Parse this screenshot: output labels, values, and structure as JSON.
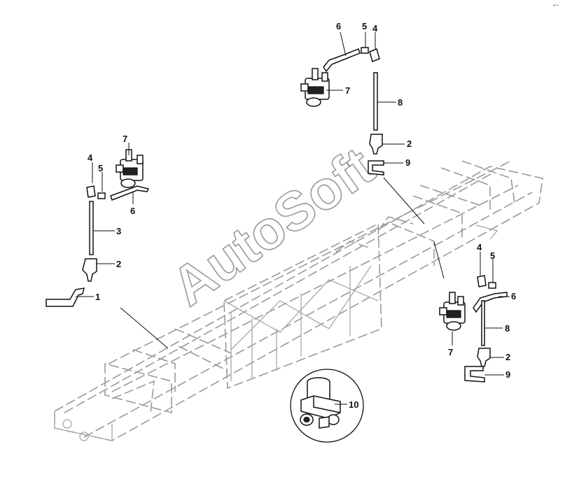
{
  "diagram": {
    "watermark": "AutoSoft",
    "corner_mark": "⌐-",
    "callouts": {
      "left": {
        "part1": "1",
        "part2": "2",
        "part3": "3",
        "part4": "4",
        "part5": "5",
        "part6": "6",
        "part7": "7"
      },
      "top": {
        "part2": "2",
        "part4": "4",
        "part5": "5",
        "part6": "6",
        "part7": "7",
        "part8": "8",
        "part9": "9"
      },
      "right": {
        "part2": "2",
        "part4": "4",
        "part5": "5",
        "part6": "6",
        "part7": "7",
        "part8": "8",
        "part9": "9"
      },
      "detail": {
        "part10": "10"
      }
    }
  }
}
